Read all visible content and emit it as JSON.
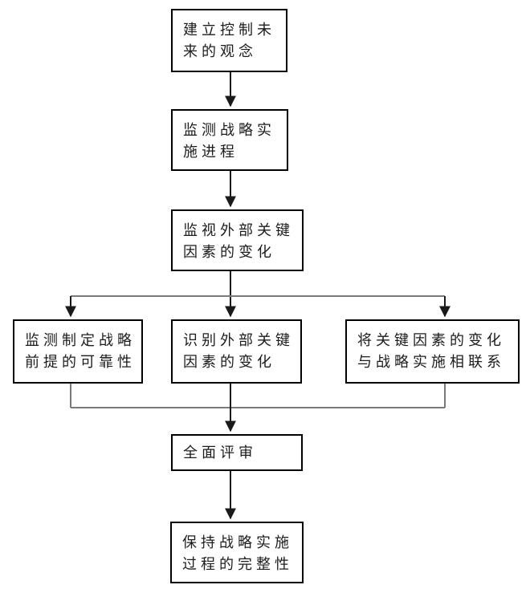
{
  "diagram": {
    "type": "flowchart",
    "nodes": {
      "establish_concept": {
        "text": "建立控制未来的观念",
        "lines": [
          "建立控制未",
          "来的观念"
        ]
      },
      "monitor_progress": {
        "text": "监测战略实施进程",
        "lines": [
          "监测战略实",
          "施进程"
        ]
      },
      "watch_external_factors": {
        "text": "监视外部关键因素的变化",
        "lines": [
          "监视外部关键",
          "因素的变化"
        ]
      },
      "check_premise_reliability": {
        "text": "监测制定战略前提的可靠性",
        "lines": [
          "监测制定战略",
          "前提的可靠性"
        ]
      },
      "identify_factor_changes": {
        "text": "识别外部关键因素的变化",
        "lines": [
          "识别外部关键",
          "因素的变化"
        ]
      },
      "link_changes_to_implementation": {
        "text": "将关键因素的变化与战略实施相联系",
        "lines": [
          "将关键因素的变化",
          "与战略实施相联系"
        ]
      },
      "comprehensive_review": {
        "text": "全面评审",
        "lines": [
          "全面评审"
        ]
      },
      "maintain_integrity": {
        "text": "保持战略实施过程的完整性",
        "lines": [
          "保持战略实施",
          "过程的完整性"
        ]
      }
    },
    "edges": [
      {
        "from": "establish_concept",
        "to": "monitor_progress"
      },
      {
        "from": "monitor_progress",
        "to": "watch_external_factors"
      },
      {
        "from": "watch_external_factors",
        "to": "check_premise_reliability"
      },
      {
        "from": "watch_external_factors",
        "to": "identify_factor_changes"
      },
      {
        "from": "watch_external_factors",
        "to": "link_changes_to_implementation"
      },
      {
        "from": "check_premise_reliability",
        "to": "comprehensive_review"
      },
      {
        "from": "identify_factor_changes",
        "to": "comprehensive_review"
      },
      {
        "from": "link_changes_to_implementation",
        "to": "comprehensive_review"
      },
      {
        "from": "comprehensive_review",
        "to": "maintain_integrity"
      }
    ],
    "colors": {
      "background": "#ffffff",
      "box_border": "#000000",
      "text": "#1c1c1c",
      "arrow": "#1a1a1a",
      "connector_gray": "#7a7a7a"
    }
  }
}
